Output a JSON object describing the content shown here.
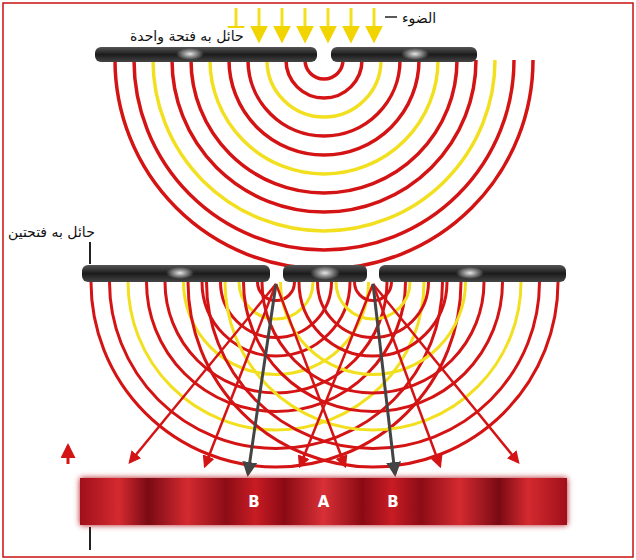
{
  "diagram": {
    "nodes": [
      {
        "text": [
          "B",
          "A",
          "B"
        ]
      }
    ],
    "labels": [
      "الضوء",
      "حائل به فتحة واحدة",
      "حائل به فتحتين"
    ]
  }
}
